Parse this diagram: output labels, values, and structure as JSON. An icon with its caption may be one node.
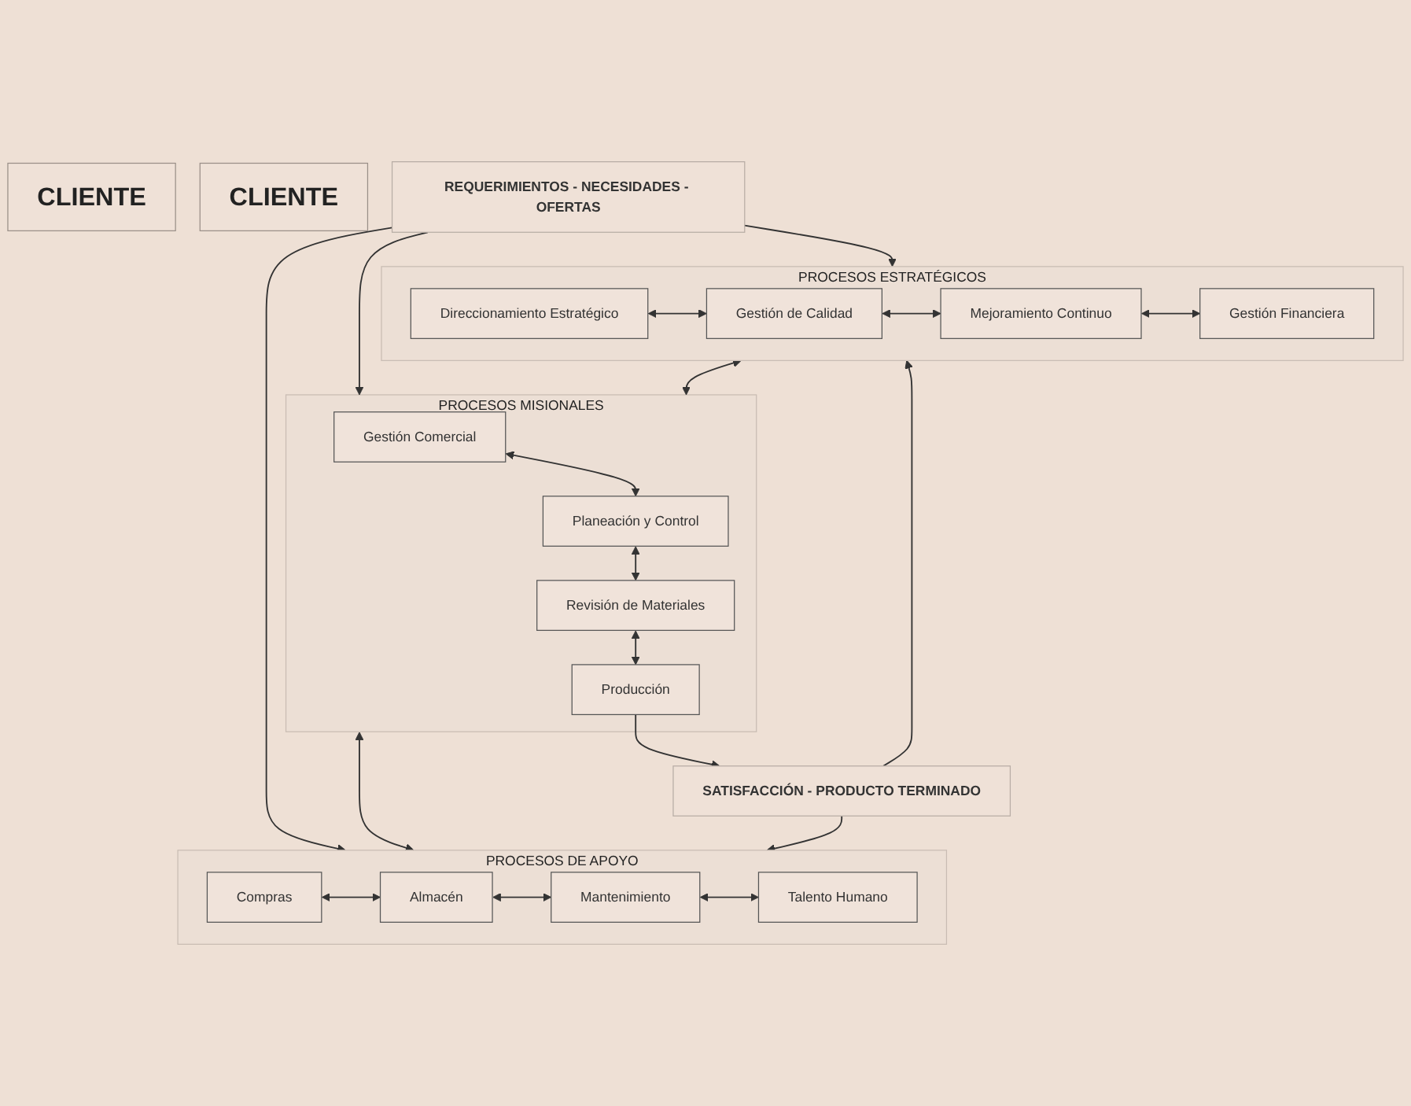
{
  "diagram": {
    "nodes": [
      {
        "text": [
          "CLIENTE"
        ]
      },
      {
        "text": [
          "REQUERIMIENTOS - NECESIDADES - OFERTAS"
        ]
      },
      {
        "text": [
          "PROCESOS ESTRATÉGICOS"
        ]
      },
      {
        "text": [
          "Direccionamiento Estratégico"
        ],
        "in": 2
      },
      {
        "text": [
          "Gestión de Calidad"
        ],
        "in": 2
      },
      {
        "text": [
          "Mejoramiento Continuo"
        ],
        "in": 2
      },
      {
        "text": [
          "Gestión Financiera"
        ],
        "in": 2
      },
      {
        "text": [
          "PROCESOS MISIONALES"
        ]
      },
      {
        "text": [
          "Gestión Comercial"
        ],
        "in": 7
      },
      {
        "text": [
          "Planeación y Control"
        ],
        "in": 7
      },
      {
        "text": [
          "Revisión de Materiales"
        ],
        "in": 7
      },
      {
        "text": [
          "Producción"
        ],
        "in": 7
      },
      {
        "text": [
          "PROCESOS DE APOYO"
        ]
      },
      {
        "text": [
          "Compras"
        ],
        "in": 12
      },
      {
        "text": [
          "Almacén"
        ],
        "in": 12
      },
      {
        "text": [
          "Mantenimiento"
        ],
        "in": 12
      },
      {
        "text": [
          "Talento Humano"
        ],
        "in": 12
      },
      {
        "text": [
          "SATISFACCIÓN - PRODUCTO TERMINADO"
        ]
      },
      {
        "text": [
          "CLIENTE"
        ]
      }
    ],
    "edges": [
      {
        "from": 1,
        "to": 2,
        "arrow": "to"
      },
      {
        "from": 1,
        "to": 7,
        "arrow": "to"
      },
      {
        "from": 1,
        "to": 12,
        "arrow": "to"
      },
      {
        "from": 3,
        "to": 4,
        "arrow": "both"
      },
      {
        "from": 4,
        "to": 5,
        "arrow": "both"
      },
      {
        "from": 5,
        "to": 6,
        "arrow": "both"
      },
      {
        "from": 2,
        "to": 7,
        "arrow": "both"
      },
      {
        "from": 8,
        "to": 9,
        "arrow": "both"
      },
      {
        "from": 9,
        "to": 10,
        "arrow": "both"
      },
      {
        "from": 10,
        "to": 11,
        "arrow": "both"
      },
      {
        "from": 11,
        "to": 17,
        "arrow": "to"
      },
      {
        "from": 7,
        "to": 12,
        "arrow": "both"
      },
      {
        "from": 13,
        "to": 14,
        "arrow": "both"
      },
      {
        "from": 14,
        "to": 15,
        "arrow": "both"
      },
      {
        "from": 15,
        "to": 16,
        "arrow": "both"
      },
      {
        "from": 17,
        "to": 2,
        "arrow": "to"
      },
      {
        "from": 17,
        "to": 12,
        "arrow": "to"
      }
    ]
  }
}
